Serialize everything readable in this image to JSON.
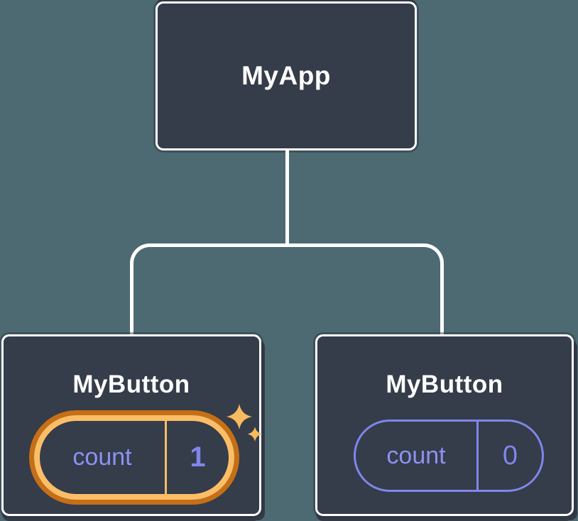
{
  "colors": {
    "background": "#4D6A73",
    "node_fill": "#353C4A",
    "node_border": "#FFFFFF",
    "purple": "#7F86EA",
    "purple_light": "#8C92F0",
    "highlight_outer": "#C56F16",
    "highlight_gold": "#FBBE67",
    "sparkle": "#F8BA5E",
    "shadow": "#333A47"
  },
  "tree": {
    "root": {
      "label": "MyApp"
    },
    "children": [
      {
        "label": "MyButton",
        "state": {
          "key": "count",
          "value": "1"
        },
        "highlighted": true
      },
      {
        "label": "MyButton",
        "state": {
          "key": "count",
          "value": "0"
        },
        "highlighted": false
      }
    ]
  }
}
